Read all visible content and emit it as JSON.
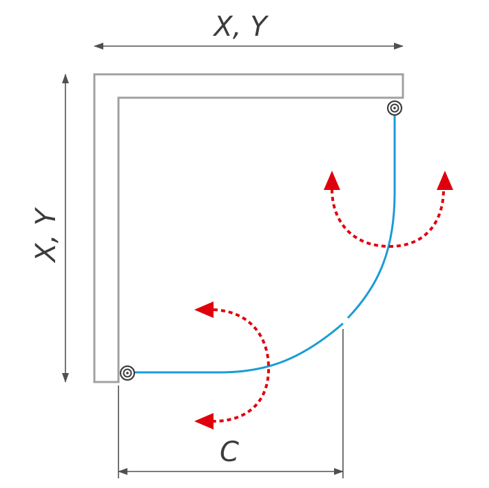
{
  "labels": {
    "top_width": "X, Y",
    "left_height": "X, Y",
    "bottom_width": "C"
  },
  "colors": {
    "wall": "#a0a0a0",
    "door": "#1a9bd7",
    "swing_arrow": "#e0000d",
    "dimension": "#505050"
  },
  "icons": {
    "hinge_top": "hinge-ring-icon",
    "hinge_bottom": "hinge-ring-icon"
  }
}
